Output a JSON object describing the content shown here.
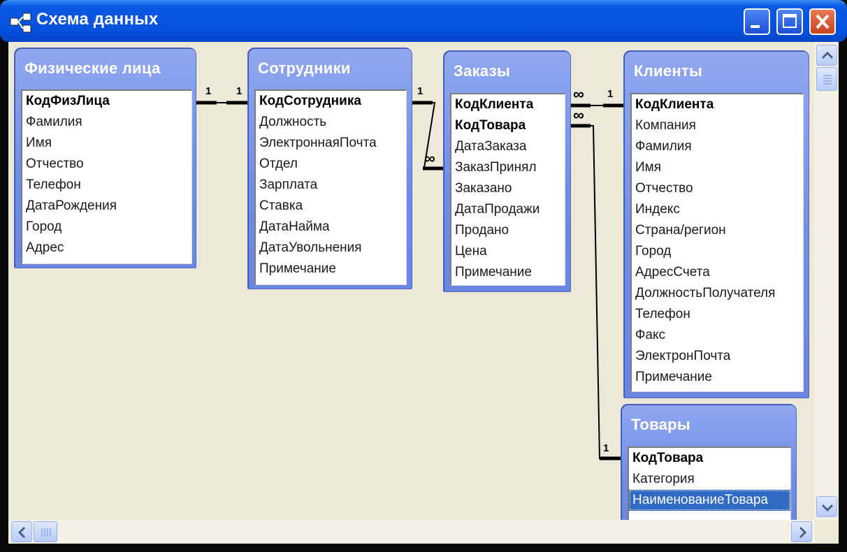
{
  "window": {
    "title": "Схема данных",
    "buttons": {
      "minimize": "minimize",
      "maximize": "maximize",
      "close": "close"
    }
  },
  "tables": {
    "individuals": {
      "title": "Физические лица",
      "fields": [
        {
          "name": "КодФизЛица",
          "key": true
        },
        {
          "name": "Фамилия"
        },
        {
          "name": "Имя"
        },
        {
          "name": "Отчество"
        },
        {
          "name": "Телефон"
        },
        {
          "name": "ДатаРождения"
        },
        {
          "name": "Город"
        },
        {
          "name": "Адрес"
        }
      ]
    },
    "employees": {
      "title": "Сотрудники",
      "fields": [
        {
          "name": "КодСотрудника",
          "key": true
        },
        {
          "name": "Должность"
        },
        {
          "name": "ЭлектроннаяПочта"
        },
        {
          "name": "Отдел"
        },
        {
          "name": "Зарплата"
        },
        {
          "name": "Ставка"
        },
        {
          "name": "ДатаНайма"
        },
        {
          "name": "ДатаУвольнения"
        },
        {
          "name": "Примечание"
        }
      ]
    },
    "orders": {
      "title": "Заказы",
      "fields": [
        {
          "name": "КодКлиента",
          "key": true
        },
        {
          "name": "КодТовара",
          "key": true
        },
        {
          "name": "ДатаЗаказа"
        },
        {
          "name": "ЗаказПринял"
        },
        {
          "name": "Заказано"
        },
        {
          "name": "ДатаПродажи"
        },
        {
          "name": "Продано"
        },
        {
          "name": "Цена"
        },
        {
          "name": "Примечание"
        }
      ]
    },
    "clients": {
      "title": "Клиенты",
      "fields": [
        {
          "name": "КодКлиента",
          "key": true
        },
        {
          "name": "Компания"
        },
        {
          "name": "Фамилия"
        },
        {
          "name": "Имя"
        },
        {
          "name": "Отчество"
        },
        {
          "name": "Индекс"
        },
        {
          "name": "Страна/регион"
        },
        {
          "name": "Город"
        },
        {
          "name": "АдресСчета"
        },
        {
          "name": "ДолжностьПолучателя"
        },
        {
          "name": "Телефон"
        },
        {
          "name": "Факс"
        },
        {
          "name": "ЭлектронПочта"
        },
        {
          "name": "Примечание"
        }
      ]
    },
    "products": {
      "title": "Товары",
      "fields": [
        {
          "name": "КодТовара",
          "key": true
        },
        {
          "name": "Категория"
        },
        {
          "name": "НаименованиеТовара",
          "selected": true
        }
      ]
    }
  },
  "relationships": {
    "ind_emp": {
      "left": "1",
      "right": "1"
    },
    "emp_orders": {
      "left": "1",
      "right": "∞"
    },
    "orders_clients": {
      "left": "∞",
      "right": "1"
    },
    "orders_products": {
      "left": "∞",
      "right": "1"
    }
  },
  "colors": {
    "table_header": "#7a95e8",
    "selection": "#316ac5",
    "canvas": "#ece9d8"
  }
}
